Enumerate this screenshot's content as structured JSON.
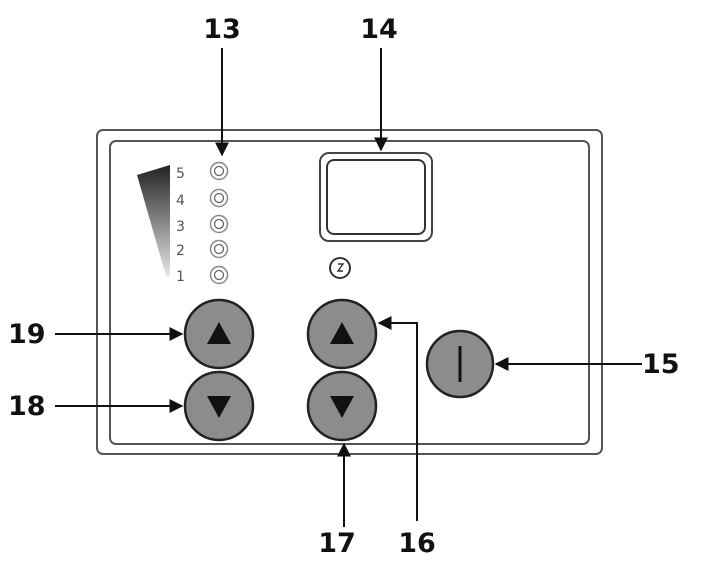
{
  "callouts": {
    "c13": "13",
    "c14": "14",
    "c15": "15",
    "c16": "16",
    "c17": "17",
    "c18": "18",
    "c19": "19"
  },
  "levels": [
    "5",
    "4",
    "3",
    "2",
    "1"
  ],
  "icons": {
    "up": "up-triangle-icon",
    "down": "down-triangle-icon",
    "power": "power-bar-icon",
    "timer": "clock-icon"
  },
  "colors": {
    "button_fill": "#8c8c8c",
    "outline": "#333333",
    "stroke": "#111111"
  }
}
